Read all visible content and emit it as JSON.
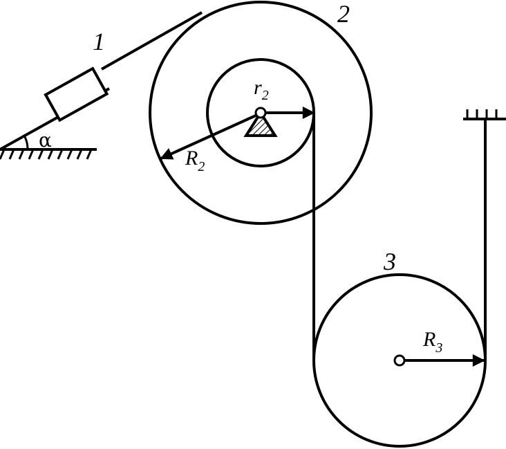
{
  "labels": {
    "block": "1",
    "pulley": "2",
    "wheel": "3",
    "angle": "α",
    "r2_main": "r",
    "r2_sub": "2",
    "R2_main": "R",
    "R2_sub": "2",
    "R3_main": "R",
    "R3_sub": "3"
  },
  "colors": {
    "stroke": "#000000",
    "background": "#ffffff"
  }
}
